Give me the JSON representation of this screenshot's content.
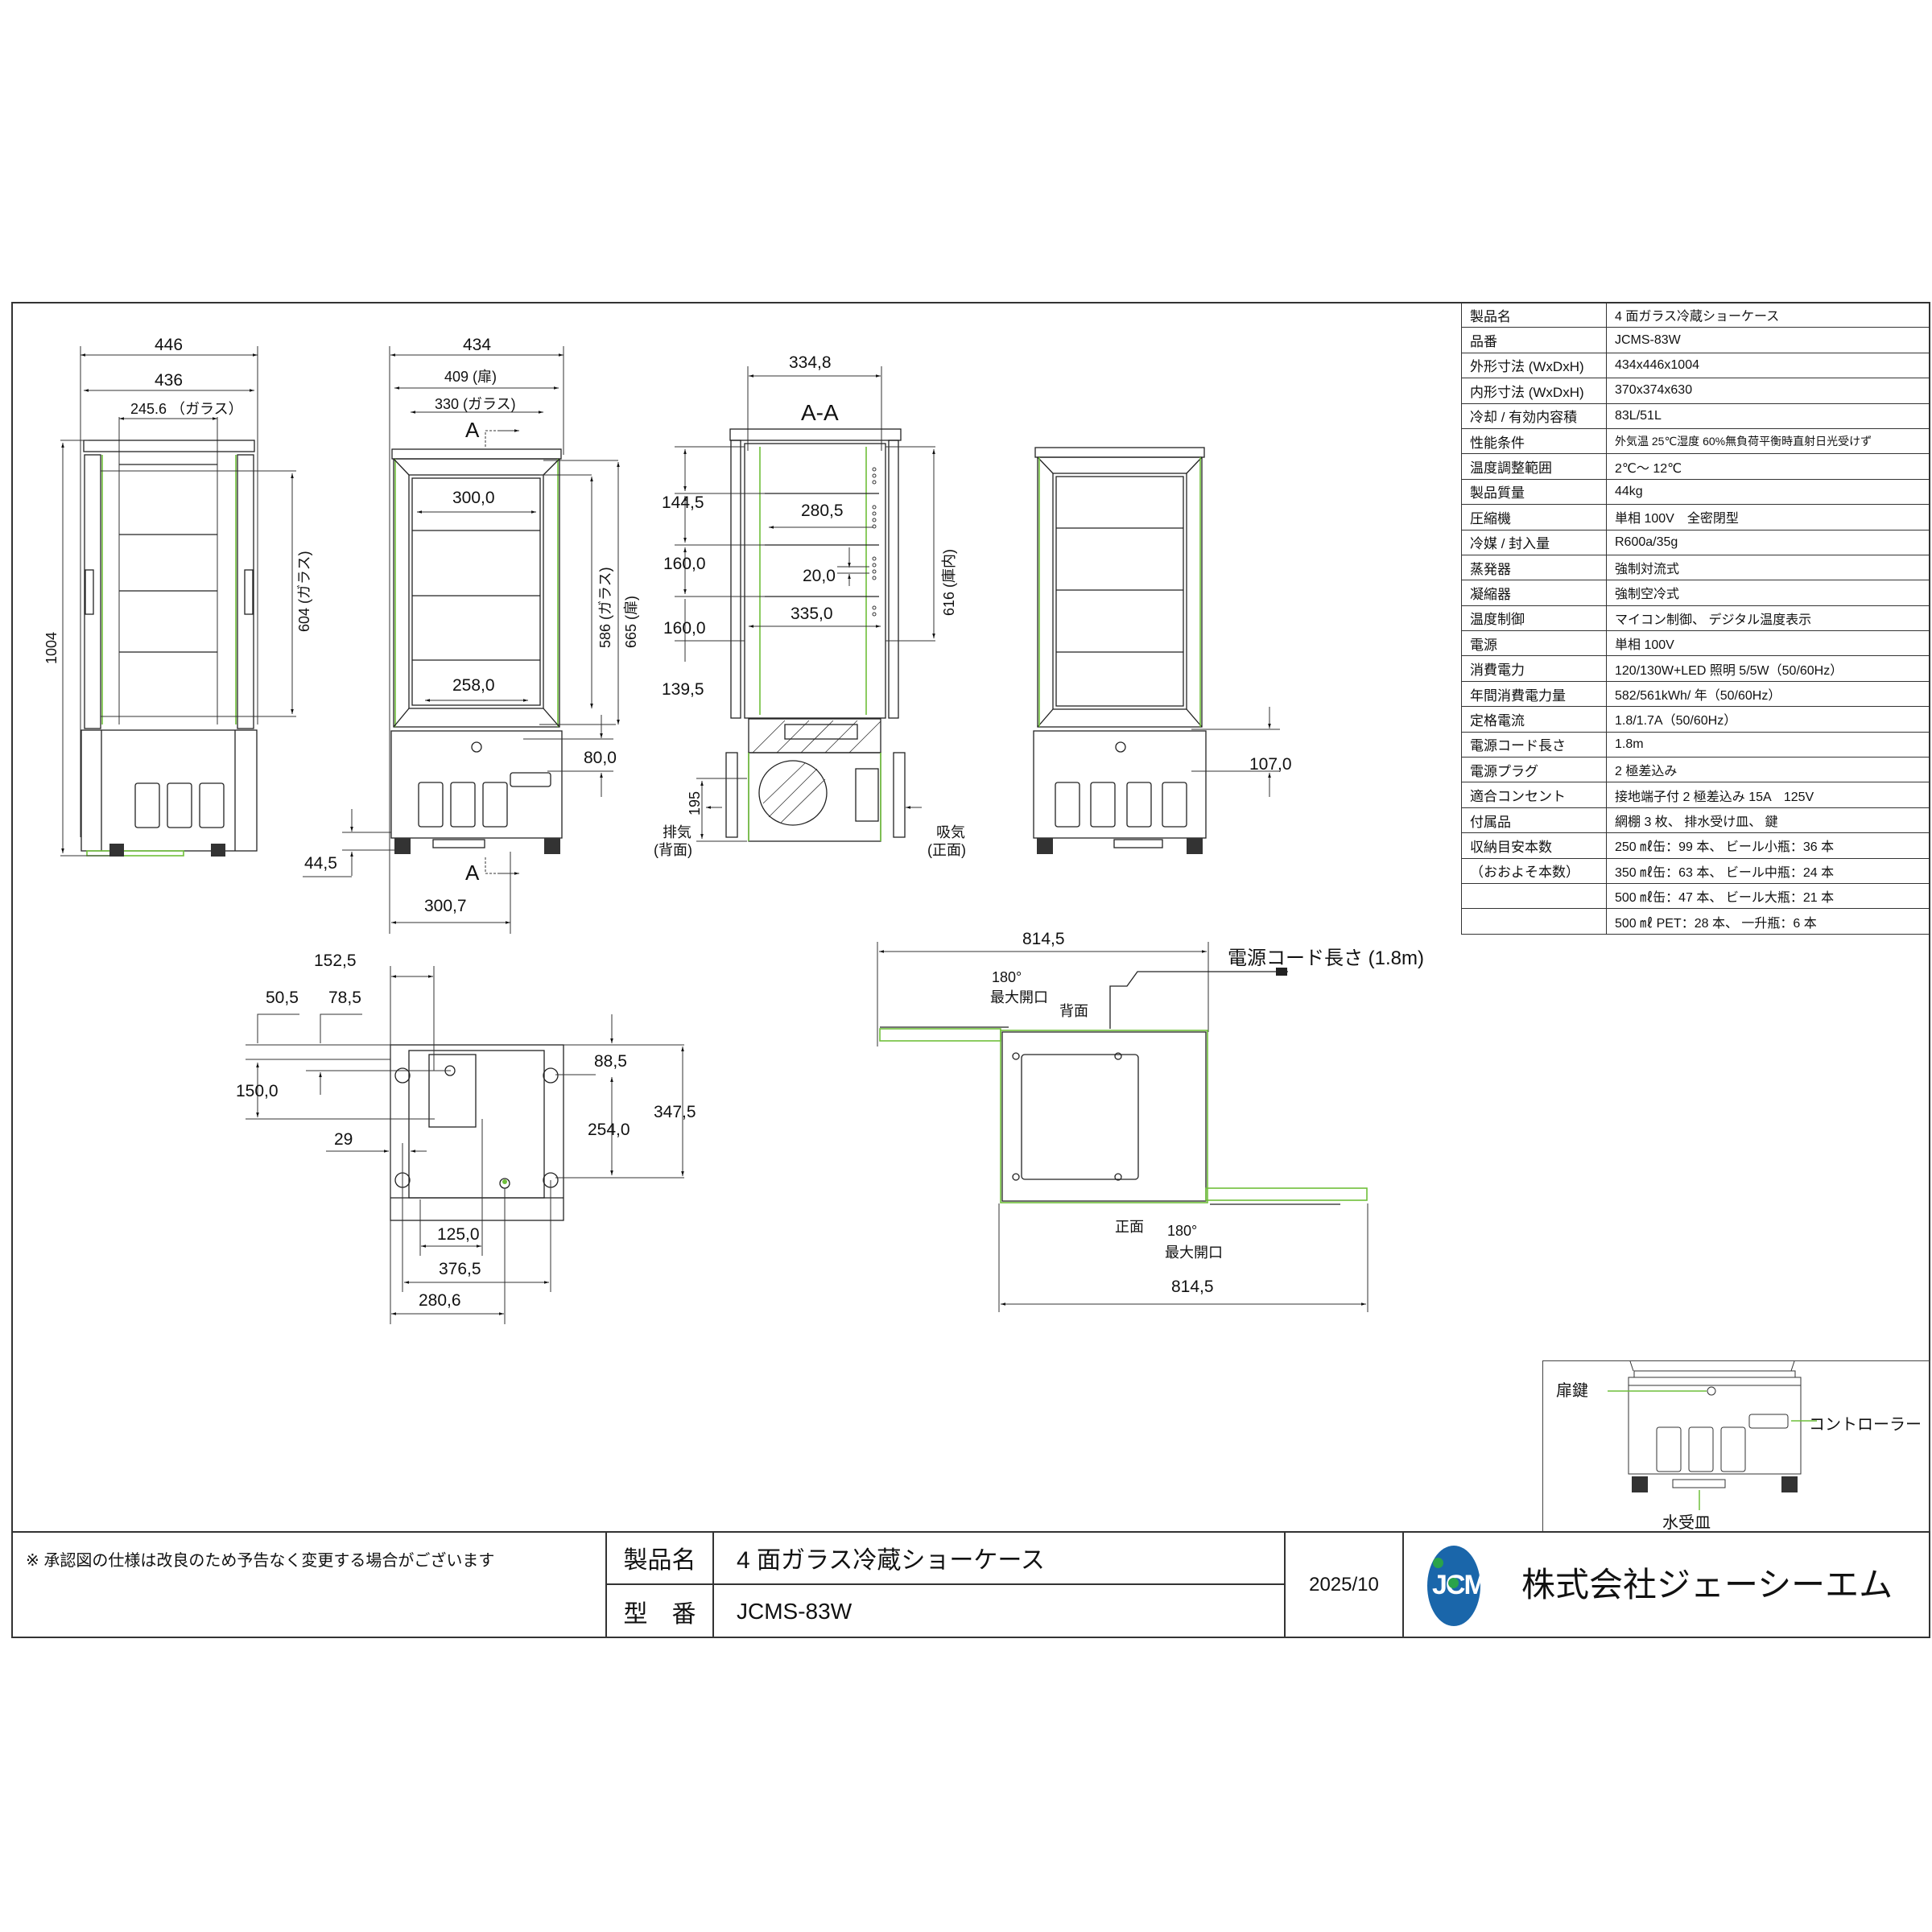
{
  "spec_table": {
    "rows": [
      {
        "label": "製品名",
        "value": "4 面ガラス冷蔵ショーケース"
      },
      {
        "label": "品番",
        "value": "JCMS-83W"
      },
      {
        "label": "外形寸法 (WxDxH)",
        "value": "434x446x1004"
      },
      {
        "label": "内形寸法 (WxDxH)",
        "value": "370x374x630"
      },
      {
        "label": "冷却 / 有効内容積",
        "value": "83L/51L"
      },
      {
        "label": "性能条件",
        "value": "外気温 25℃湿度 60%無負荷平衡時直射日光受けず"
      },
      {
        "label": "温度調整範囲",
        "value": "2℃～ 12℃"
      },
      {
        "label": "製品質量",
        "value": "44kg"
      },
      {
        "label": "圧縮機",
        "value": "単相 100V　全密閉型"
      },
      {
        "label": "冷媒 / 封入量",
        "value": "R600a/35g"
      },
      {
        "label": "蒸発器",
        "value": "強制対流式"
      },
      {
        "label": "凝縮器",
        "value": "強制空冷式"
      },
      {
        "label": "温度制御",
        "value": "マイコン制御、 デジタル温度表示"
      },
      {
        "label": "電源",
        "value": "単相 100V"
      },
      {
        "label": "消費電力",
        "value": "120/130W+LED 照明 5/5W（50/60Hz）"
      },
      {
        "label": "年間消費電力量",
        "value": "582/561kWh/ 年（50/60Hz）"
      },
      {
        "label": "定格電流",
        "value": "1.8/1.7A（50/60Hz）"
      },
      {
        "label": "電源コード長さ",
        "value": "1.8m"
      },
      {
        "label": "電源プラグ",
        "value": "2 極差込み"
      },
      {
        "label": "適合コンセント",
        "value": "接地端子付 2 極差込み 15A　125V"
      },
      {
        "label": "付属品",
        "value": "網棚 3 枚、 排水受け皿、 鍵"
      },
      {
        "label": "収納目安本数",
        "value": "250 ㎖缶：99 本、 ビール小瓶：36 本"
      },
      {
        "label": "（おおよそ本数）",
        "value": "350 ㎖缶：63 本、 ビール中瓶：24 本"
      },
      {
        "label": "",
        "value": "500 ㎖缶：47 本、 ビール大瓶：21 本"
      },
      {
        "label": "",
        "value": "500 ㎖ PET：28 本、 一升瓶：6 本"
      }
    ]
  },
  "side_view": {
    "dims": {
      "w_outer": "446",
      "w_inner": "436",
      "glass_w": "245.6 （ガラス）",
      "height": "1004",
      "glass_h": "604 (ガラス)"
    }
  },
  "front_view": {
    "dims": {
      "w_outer": "434",
      "door_w": "409 (扉)",
      "glass_w": "330 (ガラス)",
      "section_mark": "A",
      "shelf_w": "300,0",
      "bottom_shelf_w": "258,0",
      "glass_h": "586 (ガラス)",
      "door_h": "665 (扉)",
      "ctrl_offset": "80,0",
      "foot_h": "44,5",
      "section_offset": "300,7"
    }
  },
  "section_view": {
    "title": "A-A",
    "dims": {
      "width": "334,8",
      "pitch1": "144,5",
      "pitch2": "160,0",
      "pitch3": "160,0",
      "pitch4": "139,5",
      "shelf_depth": "280,5",
      "shelf_step": "20,0",
      "inner_w": "335,0",
      "inner_h": "616 (庫内)",
      "machine_h": "195"
    },
    "exhaust_label": "排気",
    "exhaust_sub": "(背面)",
    "intake_label": "吸気",
    "intake_sub": "(正面)"
  },
  "rear_view": {
    "dims": {
      "vent_offset": "107,0"
    }
  },
  "bottom_view": {
    "dims": {
      "d1": "152,5",
      "d2": "50,5",
      "d3": "78,5",
      "d4": "150,0",
      "d5": "29",
      "d6": "88,5",
      "d7": "254,0",
      "d8": "347,5",
      "d9": "125,0",
      "d10": "376,5",
      "d11": "280,6"
    }
  },
  "top_view": {
    "dims": {
      "swing_back": "814,5",
      "swing_front": "814,5"
    },
    "cord_label": "電源コード長さ (1.8m)",
    "angle_back": "180°",
    "angle_back_label": "最大開口",
    "angle_front": "180°",
    "angle_front_label": "最大開口",
    "back_label": "背面",
    "front_label": "正面"
  },
  "inset": {
    "door_lock_label": "扉鍵",
    "controller_label": "コントローラー",
    "drip_tray_label": "水受皿"
  },
  "title_block": {
    "note": "※ 承認図の仕様は改良のため予告なく変更する場合がございます",
    "product_name_label": "製品名",
    "product_name": "4 面ガラス冷蔵ショーケース",
    "model_label": "型　番",
    "model": "JCMS-83W",
    "date": "2025/10",
    "company": "株式会社ジェーシーエム",
    "logo_text": "JCM"
  },
  "colors": {
    "accent_green": "#6fbf3a",
    "logo_blue": "#1a66aa",
    "logo_dot": "#2aa34a",
    "line": "#222222"
  }
}
